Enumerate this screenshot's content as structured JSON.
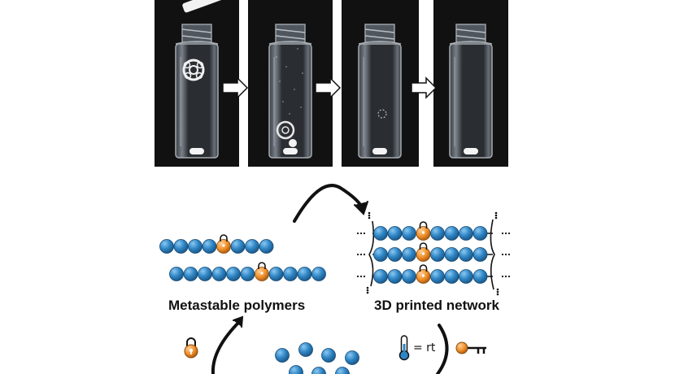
{
  "photos": {
    "panels": [
      {
        "contents": "dissolving-ball-with-pipette"
      },
      {
        "contents": "fragments-settled"
      },
      {
        "contents": "faint-outline"
      },
      {
        "contents": "clear-solution"
      }
    ]
  },
  "labels": {
    "left": "Metastable polymers",
    "right": "3D printed network",
    "rt": "= rt"
  },
  "colors": {
    "bead_blue": "#2f86c6",
    "bead_dark": "#1c5a8c",
    "lock_orange": "#f0902a",
    "photo_bg": "#111111",
    "arrow": "#111111"
  },
  "icons": [
    "lock-icon",
    "thermometer-icon",
    "key-icon",
    "arrow-icon",
    "vial-icon"
  ]
}
